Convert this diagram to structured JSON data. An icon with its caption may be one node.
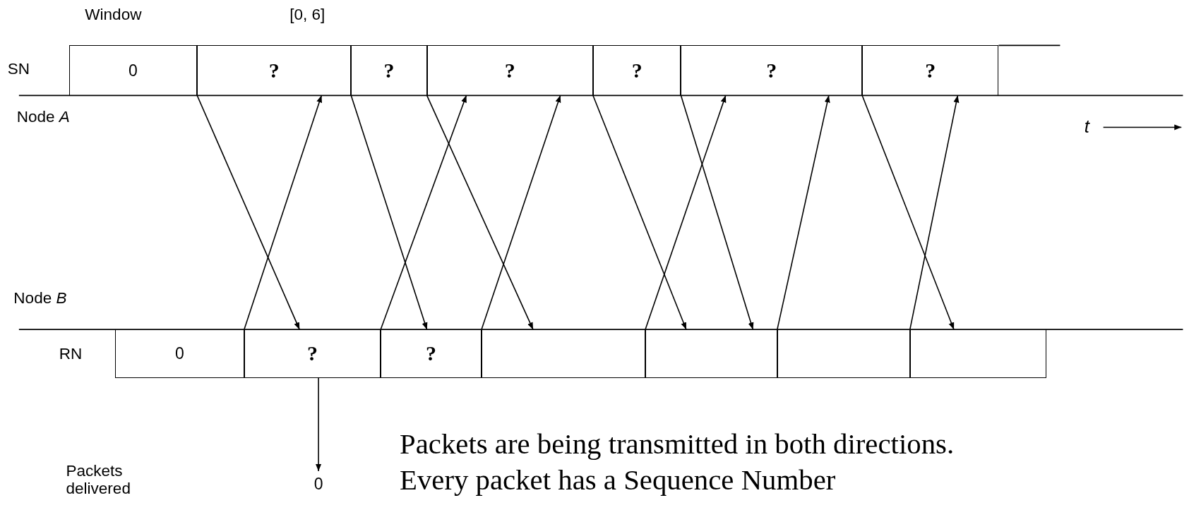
{
  "diagram": {
    "nodes": [
      {
        "text": [
          "0"
        ]
      },
      {
        "text": [
          "?"
        ]
      },
      {
        "text": [
          "?"
        ]
      },
      {
        "text": [
          "?"
        ]
      },
      {
        "text": [
          "?"
        ]
      },
      {
        "text": [
          "?"
        ]
      },
      {
        "text": [
          "?"
        ]
      },
      {
        "text": [
          "0"
        ]
      },
      {
        "text": [
          "?"
        ]
      },
      {
        "text": [
          "?"
        ]
      },
      {
        "text": [],
        "shape": "box"
      },
      {
        "text": [],
        "shape": "box"
      },
      {
        "text": [],
        "shape": "box"
      },
      {
        "text": [],
        "shape": "box"
      },
      {
        "text": [
          "0"
        ]
      }
    ],
    "edges": [
      {
        "from": 1,
        "to": 8,
        "arrow": "to"
      },
      {
        "from": 8,
        "to": 1,
        "arrow": "to"
      },
      {
        "from": 2,
        "to": 9,
        "arrow": "to"
      },
      {
        "from": 9,
        "to": 3,
        "arrow": "to"
      },
      {
        "from": 3,
        "to": 10,
        "arrow": "to"
      },
      {
        "from": 10,
        "to": 3,
        "arrow": "to"
      },
      {
        "from": 4,
        "to": 11,
        "arrow": "to"
      },
      {
        "from": 11,
        "to": 5,
        "arrow": "to"
      },
      {
        "from": 5,
        "to": 11,
        "arrow": "to"
      },
      {
        "from": 12,
        "to": 5,
        "arrow": "to"
      },
      {
        "from": 6,
        "to": 13,
        "arrow": "to"
      },
      {
        "from": 13,
        "to": 6,
        "arrow": "to"
      },
      {
        "from": 8,
        "to": 14,
        "arrow": "to"
      }
    ],
    "labels": [
      "Window",
      "[0, 6]",
      "SN",
      "Node *A*",
      "t",
      "Node *B*",
      "RN",
      "Packets delivered",
      "Packets are being transmitted in both directions.",
      "Every packet has a Sequence Number"
    ]
  }
}
